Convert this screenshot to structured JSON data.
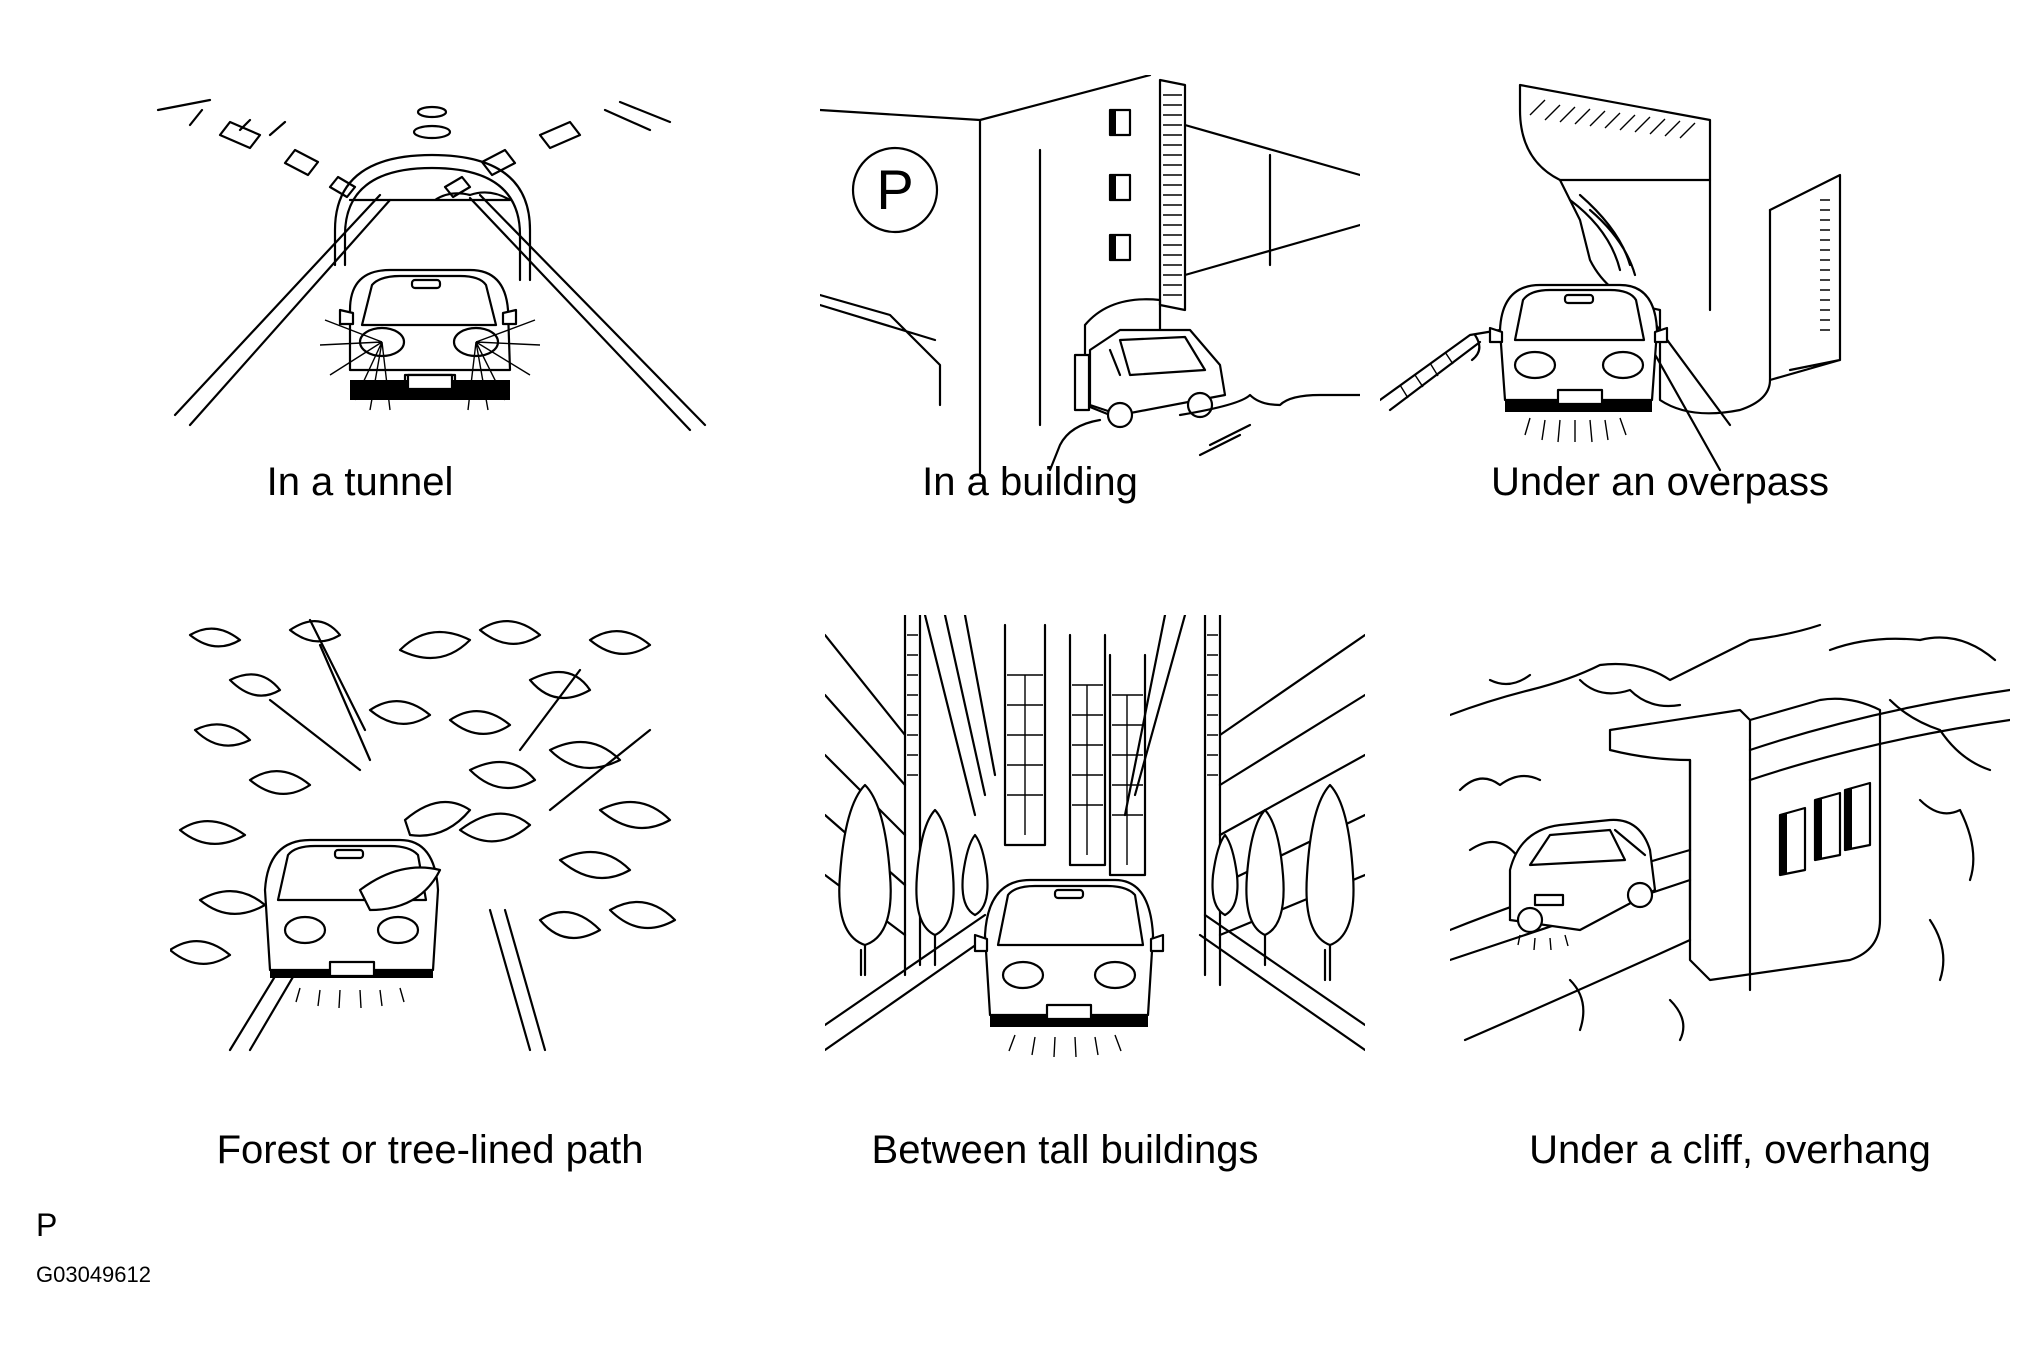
{
  "panels": [
    {
      "caption": "In a tunnel"
    },
    {
      "caption": "In a building"
    },
    {
      "caption": "Under an overpass"
    },
    {
      "caption": "Forest or tree-lined path"
    },
    {
      "caption": "Between tall buildings"
    },
    {
      "caption": "Under a cliff, overhang"
    }
  ],
  "parking_sign": "P",
  "footer": {
    "letter": "P",
    "code": "G03049612"
  }
}
